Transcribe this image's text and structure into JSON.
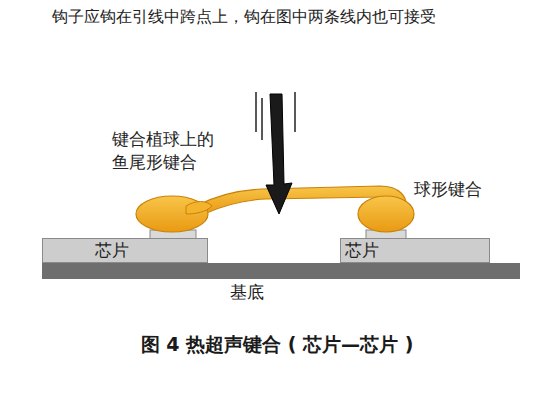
{
  "diagram": {
    "caption": "图 4 热超声键合 ( 芯片—芯片 )",
    "nodes": [
      {
        "text": [
          "芯片"
        ]
      },
      {
        "text": [
          "芯片"
        ]
      },
      {
        "text": [
          "基底"
        ]
      }
    ],
    "labels": [
      "钩子应钩在引线中跨点上，钩在图中两条线内也可接受",
      "键合植球上的鱼尾形键合",
      "球形键合"
    ]
  }
}
